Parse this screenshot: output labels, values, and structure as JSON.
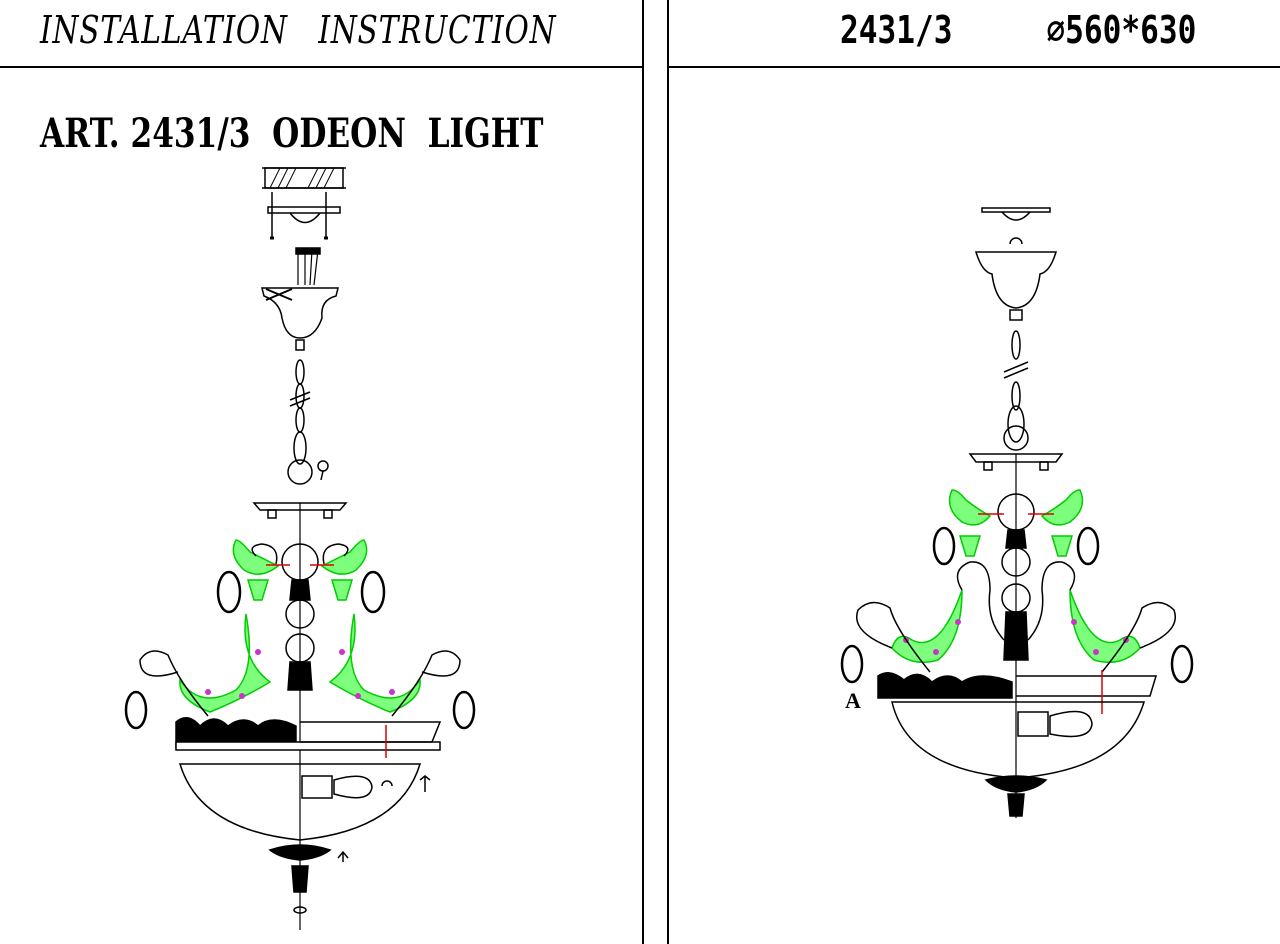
{
  "header": {
    "title": "INSTALLATION   INSTRUCTION",
    "spec": "2431/3     ⌀560*630"
  },
  "article": {
    "line": "ART. 2431/3  ODEON  LIGHT"
  },
  "diagram": {
    "callout_a": "A"
  },
  "colors": {
    "line": "#000000",
    "arm_highlight": "#00ee00",
    "marker": "#e00000",
    "dot": "#cc33cc"
  }
}
